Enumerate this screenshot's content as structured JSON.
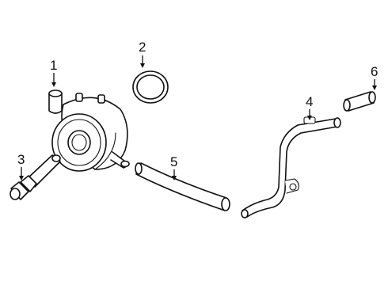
{
  "parts": [
    {
      "number": "1",
      "icon": "oil-cooler-icon"
    },
    {
      "number": "2",
      "icon": "o-ring-icon"
    },
    {
      "number": "3",
      "icon": "connector-bolt-icon"
    },
    {
      "number": "4",
      "icon": "oil-pipe-icon"
    },
    {
      "number": "5",
      "icon": "hose-icon"
    },
    {
      "number": "6",
      "icon": "pipe-sleeve-icon"
    }
  ],
  "colors": {
    "line": "#111111",
    "background": "#ffffff"
  }
}
